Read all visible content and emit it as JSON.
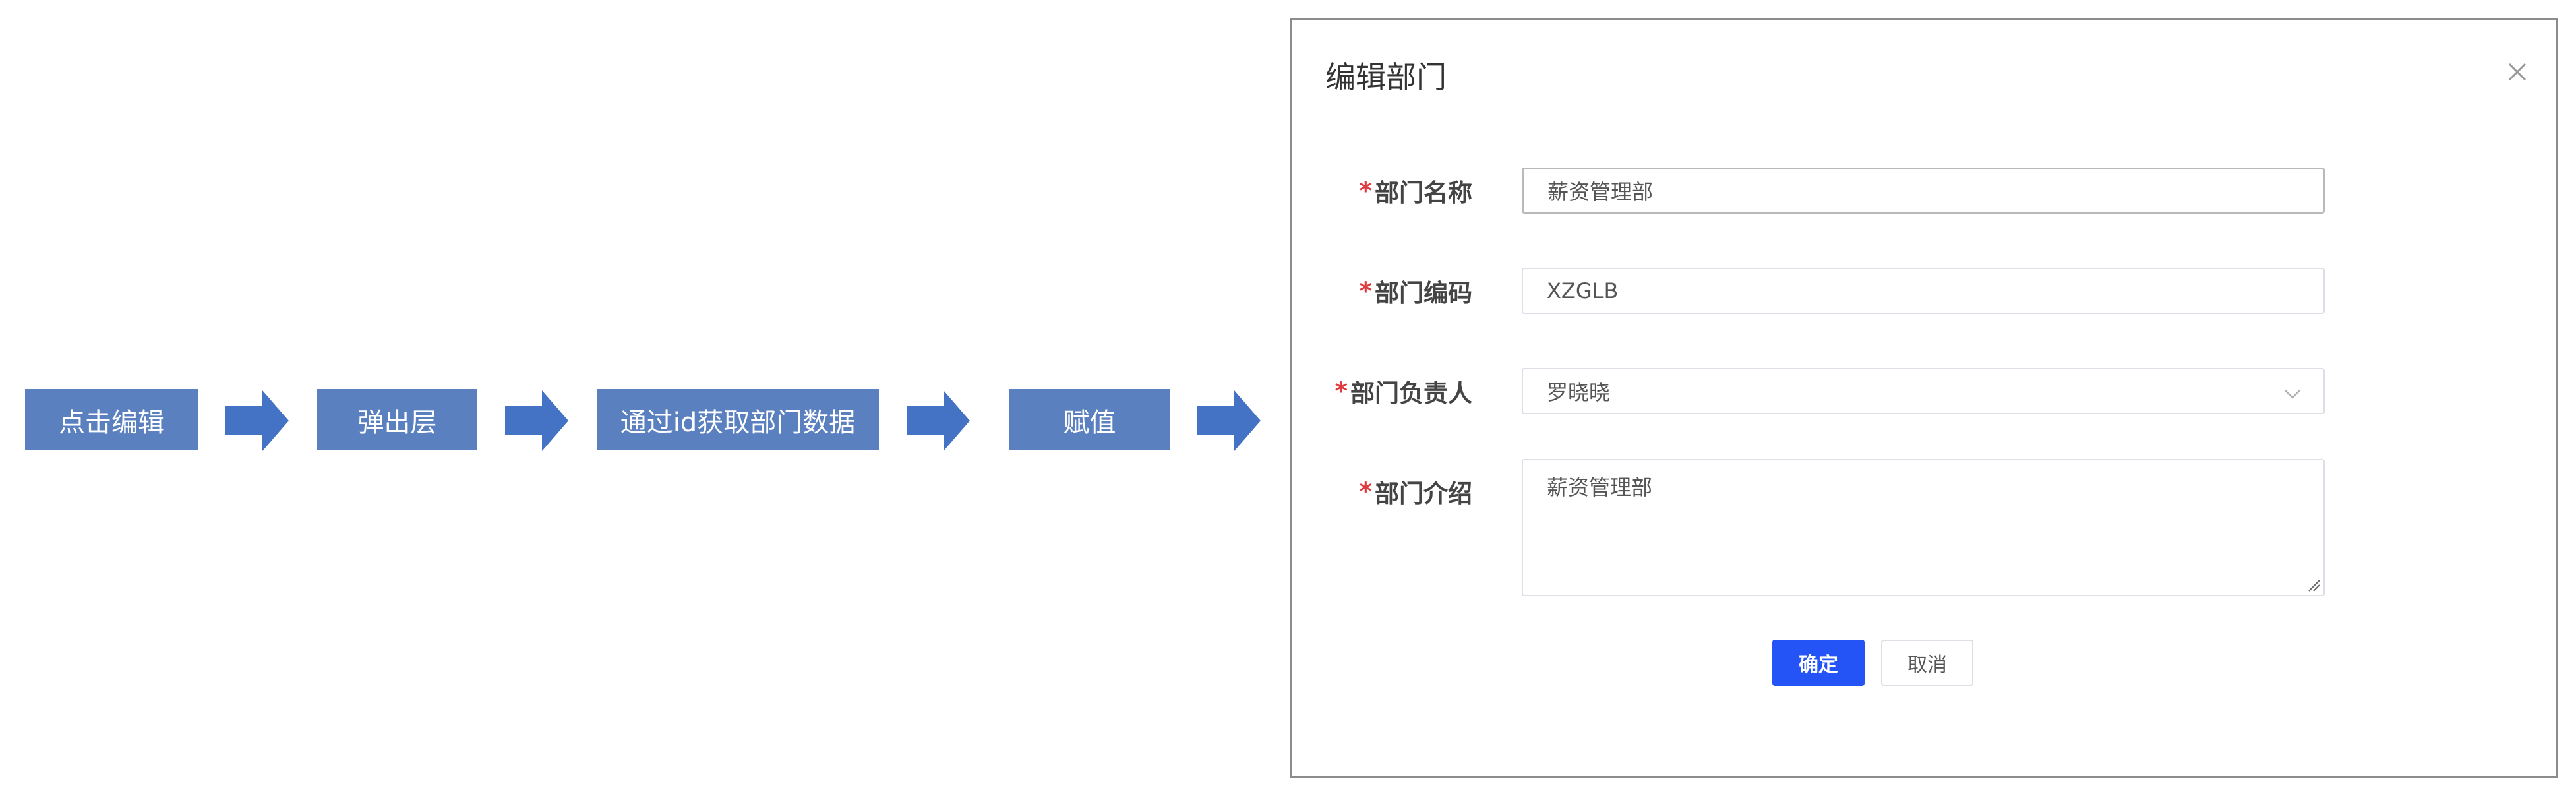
{
  "flow": {
    "steps": [
      "点击编辑",
      "弹出层",
      "通过id获取部门数据",
      "赋值"
    ],
    "box_color": "#5b80c0",
    "arrow_color": "#4472c4"
  },
  "dialog": {
    "title": "编辑部门",
    "close_icon": "close-icon",
    "fields": {
      "name": {
        "label": "部门名称",
        "required": "*",
        "value": "薪资管理部"
      },
      "code": {
        "label": "部门编码",
        "required": "*",
        "value": "XZGLB"
      },
      "manager": {
        "label": "部门负责人",
        "required": "*",
        "value": "罗晓晓"
      },
      "intro": {
        "label": "部门介绍",
        "required": "*",
        "value": "薪资管理部"
      }
    },
    "buttons": {
      "confirm": "确定",
      "cancel": "取消"
    },
    "colors": {
      "primary": "#2454f5",
      "required_star": "#e0393e"
    }
  }
}
